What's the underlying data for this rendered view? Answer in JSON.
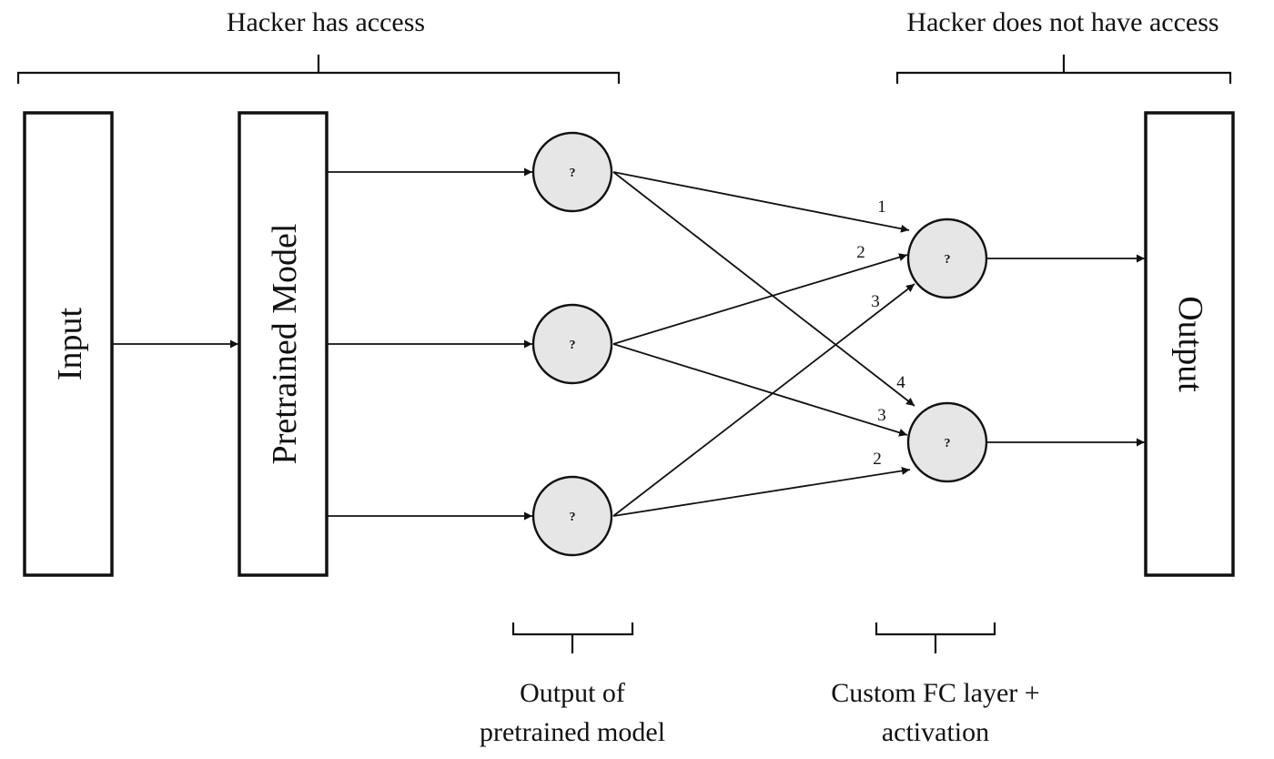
{
  "access": {
    "hacker_has_access": "Hacker has access",
    "hacker_no_access": "Hacker does not have access"
  },
  "blocks": {
    "input": "Input",
    "pretrained_model": "Pretrained Model",
    "output": "Output"
  },
  "nodes": {
    "unknown_symbol": "?"
  },
  "weights": {
    "edge_top_to_upper": "1",
    "edge_mid_to_upper": "2",
    "edge_bot_to_upper": "3",
    "edge_top_to_lower": "4",
    "edge_mid_to_lower": "3",
    "edge_bot_to_lower": "2"
  },
  "bottom_labels": {
    "pretrained_output_line1": "Output of",
    "pretrained_output_line2": "pretrained model",
    "custom_layer_line1": "Custom FC layer +",
    "custom_layer_line2": "activation"
  },
  "colors": {
    "node_fill": "#e6e6e6",
    "stroke": "#111111",
    "background": "#ffffff"
  }
}
